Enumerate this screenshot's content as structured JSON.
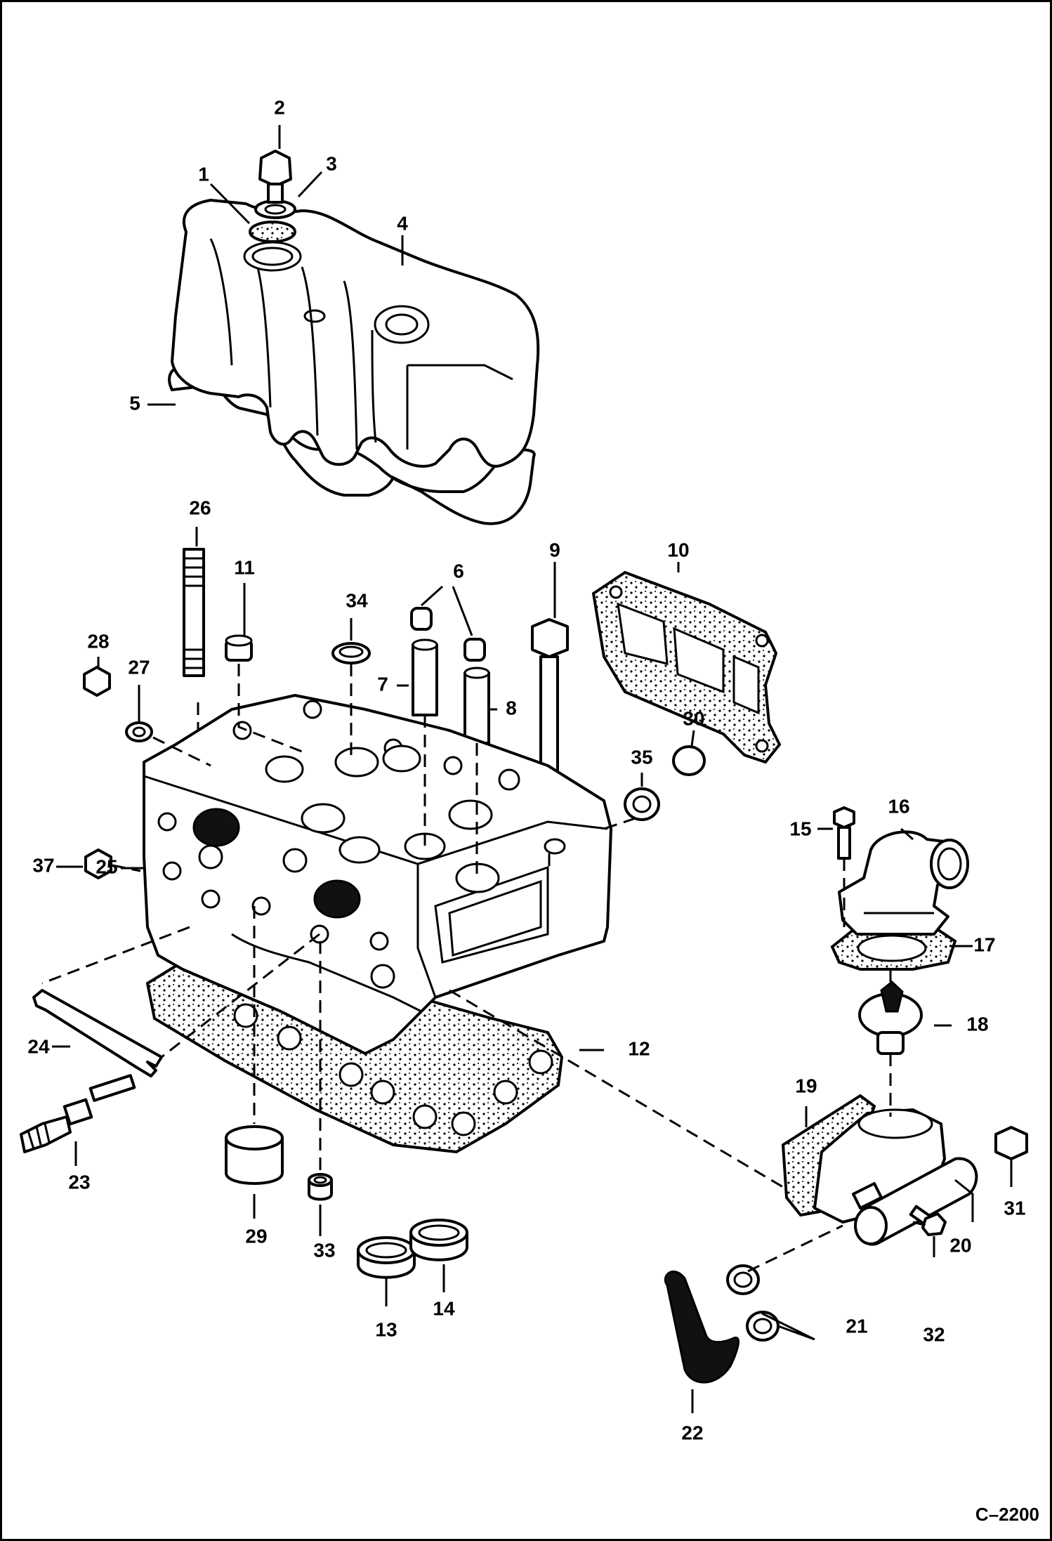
{
  "figure_code": "C–2200",
  "callouts": [
    {
      "id": "1",
      "text": "1"
    },
    {
      "id": "2",
      "text": "2"
    },
    {
      "id": "3",
      "text": "3"
    },
    {
      "id": "4",
      "text": "4"
    },
    {
      "id": "5",
      "text": "5"
    },
    {
      "id": "6",
      "text": "6"
    },
    {
      "id": "7",
      "text": "7"
    },
    {
      "id": "8",
      "text": "8"
    },
    {
      "id": "9",
      "text": "9"
    },
    {
      "id": "10",
      "text": "10"
    },
    {
      "id": "11",
      "text": "11"
    },
    {
      "id": "12",
      "text": "12"
    },
    {
      "id": "13",
      "text": "13"
    },
    {
      "id": "14",
      "text": "14"
    },
    {
      "id": "15",
      "text": "15"
    },
    {
      "id": "16",
      "text": "16"
    },
    {
      "id": "17",
      "text": "17"
    },
    {
      "id": "18",
      "text": "18"
    },
    {
      "id": "19",
      "text": "19"
    },
    {
      "id": "20",
      "text": "20"
    },
    {
      "id": "21",
      "text": "21"
    },
    {
      "id": "22",
      "text": "22"
    },
    {
      "id": "23",
      "text": "23"
    },
    {
      "id": "24",
      "text": "24"
    },
    {
      "id": "25",
      "text": "25"
    },
    {
      "id": "26",
      "text": "26"
    },
    {
      "id": "27",
      "text": "27"
    },
    {
      "id": "28",
      "text": "28"
    },
    {
      "id": "29",
      "text": "29"
    },
    {
      "id": "30",
      "text": "30"
    },
    {
      "id": "31",
      "text": "31"
    },
    {
      "id": "32",
      "text": "32"
    },
    {
      "id": "33",
      "text": "33"
    },
    {
      "id": "34",
      "text": "34"
    },
    {
      "id": "35",
      "text": "35"
    },
    {
      "id": "37",
      "text": "37"
    }
  ]
}
